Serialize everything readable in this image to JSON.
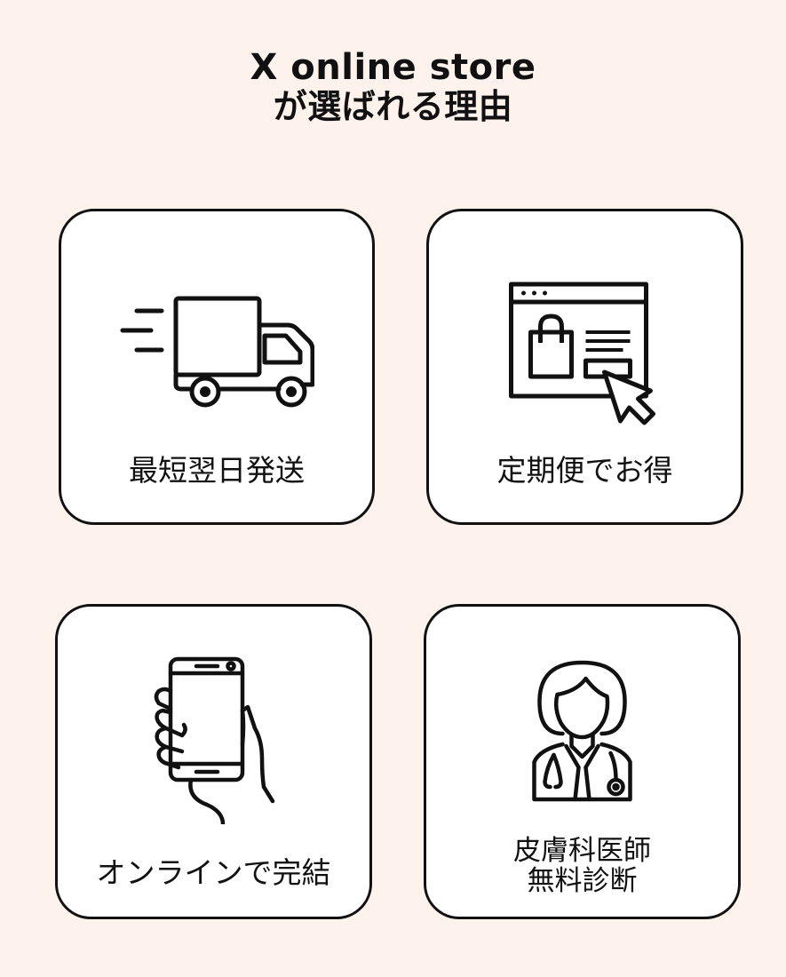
{
  "header": {
    "title_line1": "X online store",
    "title_line2": "が選ばれる理由"
  },
  "colors": {
    "background": "#fef3ec",
    "card_background": "#ffffff",
    "stroke": "#111111"
  },
  "cards": [
    {
      "icon": "delivery-truck-icon",
      "label": "最短翌日発送"
    },
    {
      "icon": "online-shop-cursor-icon",
      "label": "定期便でお得"
    },
    {
      "icon": "smartphone-in-hand-icon",
      "label": "オンラインで完結"
    },
    {
      "icon": "female-doctor-icon",
      "label_line1": "皮膚科医師",
      "label_line2": "無料診断"
    }
  ]
}
